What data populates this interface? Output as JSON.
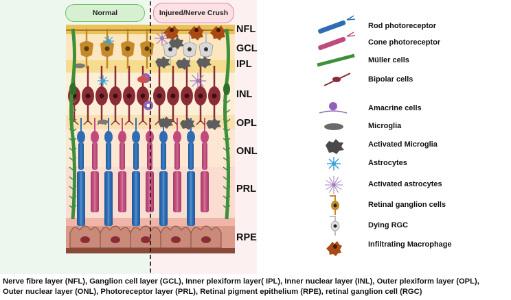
{
  "headers": {
    "normal": "Normal",
    "injured": "Injured/Nerve Crush"
  },
  "layers": [
    "NFL",
    "GCL",
    "IPL",
    "INL",
    "OPL",
    "ONL",
    "PRL",
    "RPE"
  ],
  "legend": [
    {
      "label": "Rod photoreceptor",
      "icon": "rod-photoreceptor-icon"
    },
    {
      "label": "Cone photoreceptor",
      "icon": "cone-photoreceptor-icon"
    },
    {
      "label": "Müller cells",
      "icon": "muller-cell-icon"
    },
    {
      "label": "Bipolar cells",
      "icon": "bipolar-cell-icon"
    },
    {
      "label": "Amacrine cells",
      "icon": "amacrine-cell-icon"
    },
    {
      "label": "Microglia",
      "icon": "microglia-icon"
    },
    {
      "label": "Activated Microglia",
      "icon": "activated-microglia-icon"
    },
    {
      "label": "Astrocytes",
      "icon": "astrocyte-icon"
    },
    {
      "label": "Activated astrocytes",
      "icon": "activated-astrocyte-icon"
    },
    {
      "label": "Retinal ganglion cells",
      "icon": "retinal-ganglion-cell-icon"
    },
    {
      "label": "Dying RGC",
      "icon": "dying-rgc-icon"
    },
    {
      "label": "Infiltrating Macrophage",
      "icon": "macrophage-icon"
    }
  ],
  "footnote": {
    "line1": "Nerve fibre layer (NFL),  Ganglion cell layer (GCL), Inner plexiform layer( IPL), Inner nuclear layer (INL), Outer plexiform layer (OPL),",
    "line2": "Outer nuclear layer (ONL), Photoreceptor layer (PRL), Retinal pigment epithelium (RPE), retinal ganglion cell (RGC)"
  },
  "colors": {
    "rod": "#2e6db4",
    "cone": "#c04a7c",
    "muller": "#3f8f3a",
    "bipolar": "#8a2c35",
    "amacrine": "#b98fd6",
    "microglia": "#6a6a6a",
    "astrocyte": "#3aa0d8",
    "rgc": "#c48a2a",
    "macrophage": "#a94a14",
    "rpe": "#c98a7a"
  }
}
